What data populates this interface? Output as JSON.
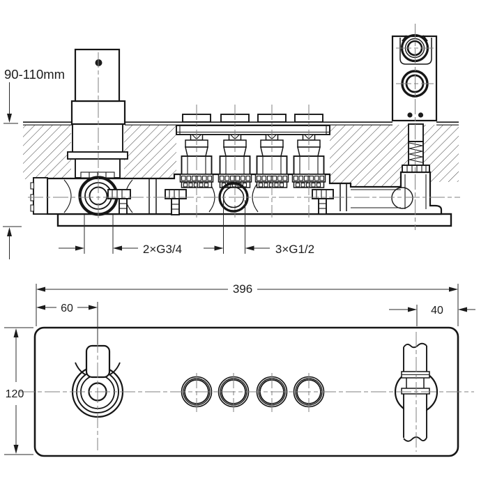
{
  "drawing_labels": {
    "depth_range": "90-110mm",
    "inlet_thread": "2×G3/4",
    "outlet_thread": "3×G1/2",
    "plate_width": "396",
    "knob_offset": "60",
    "outlet_offset": "40",
    "plate_height": "120"
  },
  "views": {
    "section_view": {
      "cartridge_count": 4
    },
    "front_view": {
      "push_button_count": 4
    }
  },
  "colors": {
    "background": "#ffffff",
    "line": "#161616",
    "centerline": "#7f7f7f",
    "dimension": "#2a2a2a",
    "hatch": "#3f3f3f"
  }
}
